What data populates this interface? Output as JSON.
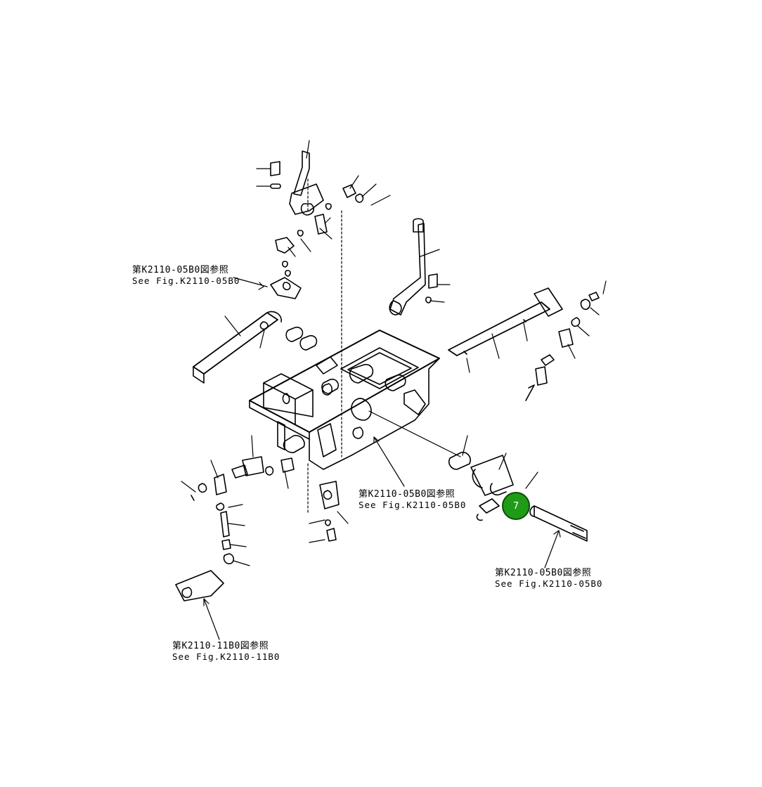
{
  "references": [
    {
      "jp": "第K2110-05B0図参照",
      "en": "See Fig.K2110-05B0"
    },
    {
      "jp": "第K2110-05B0図参照",
      "en": "See Fig.K2110-05B0"
    },
    {
      "jp": "第K2110-05B0図参照",
      "en": "See Fig.K2110-05B0"
    },
    {
      "jp": "第K2110-11B0図参照",
      "en": "See Fig.K2110-11B0"
    }
  ],
  "callout": {
    "label": "7",
    "color": "#1f9b17"
  }
}
